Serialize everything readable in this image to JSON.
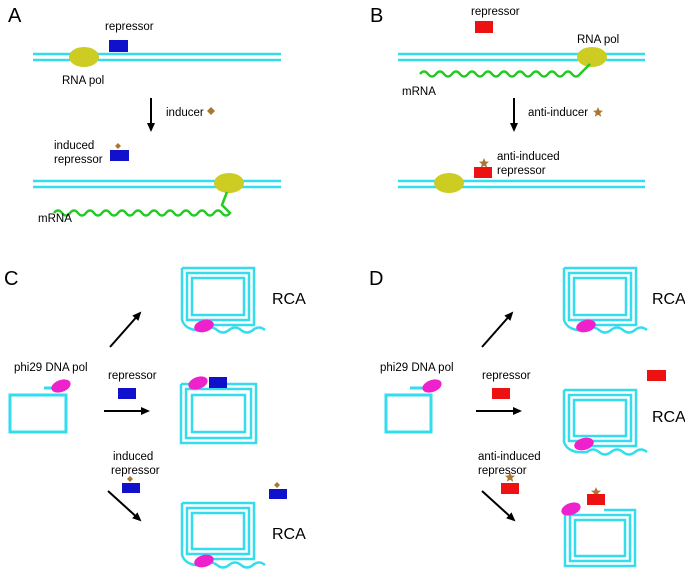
{
  "panels": {
    "A": {
      "letter": "A",
      "repressor": "repressor",
      "rna_pol": "RNA pol",
      "inducer": "inducer",
      "induced_repressor_1": "induced",
      "induced_repressor_2": "repressor",
      "mrna": "mRNA"
    },
    "B": {
      "letter": "B",
      "repressor": "repressor",
      "rna_pol": "RNA pol",
      "mrna": "mRNA",
      "anti_inducer": "anti-inducer",
      "anti_induced_1": "anti-induced",
      "anti_induced_2": "repressor"
    },
    "C": {
      "letter": "C",
      "phi29": "phi29 DNA pol",
      "repressor": "repressor",
      "induced_1": "induced",
      "induced_2": "repressor",
      "rca_top": "RCA",
      "rca_bottom": "RCA"
    },
    "D": {
      "letter": "D",
      "phi29": "phi29 DNA pol",
      "repressor": "repressor",
      "anti_induced_1": "anti-induced",
      "anti_induced_2": "repressor",
      "rca_top": "RCA",
      "rca_middle": "RCA"
    }
  },
  "colors": {
    "dna": "#33ddee",
    "rna_pol": "#cccc22",
    "blue_repressor": "#1111cc",
    "red_repressor": "#ee1111",
    "mrna": "#22cc22",
    "phi29": "#ee22cc",
    "inducer": "#aa7733"
  }
}
